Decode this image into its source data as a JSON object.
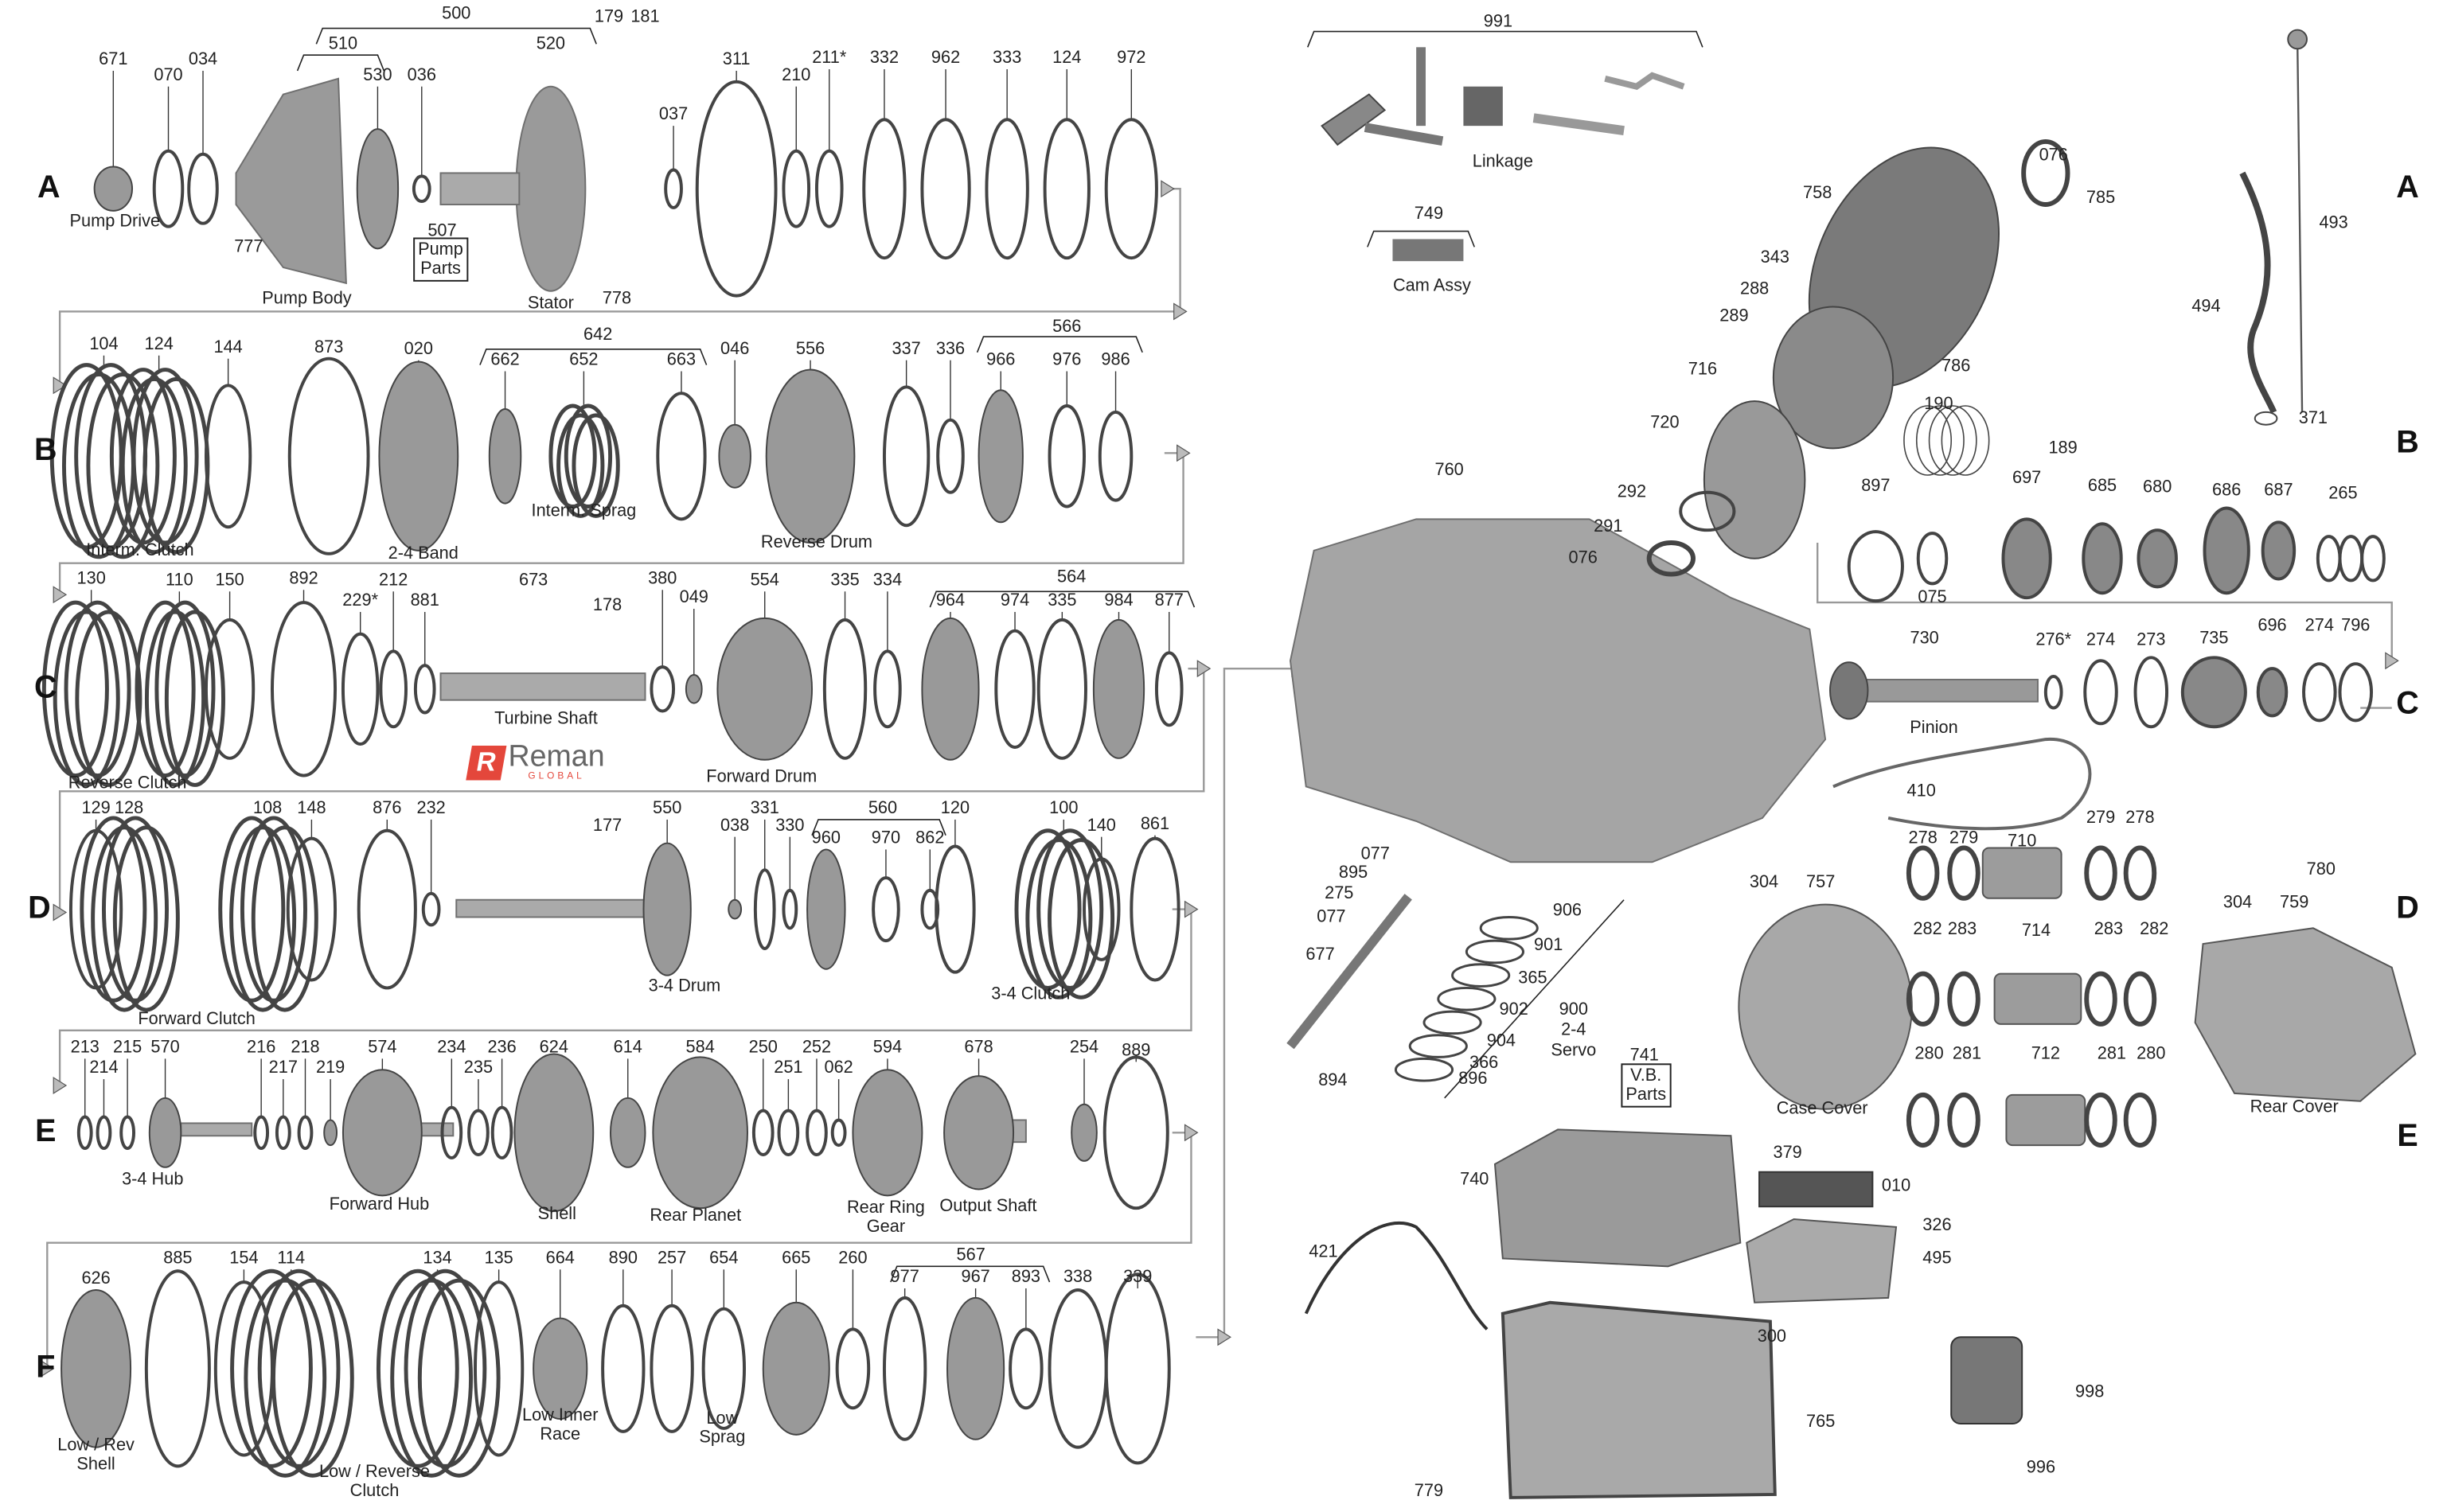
{
  "title": "Transmission exploded parts diagram",
  "row_letters_left": [
    "A",
    "B",
    "C",
    "D",
    "E",
    "F"
  ],
  "row_letters_right": [
    "A",
    "B",
    "C",
    "D",
    "E"
  ],
  "logo": {
    "name": "Reman",
    "sub": "GLOBAL",
    "mark": "R",
    "accent": "#e4473b"
  },
  "row_a": {
    "callouts": [
      "671",
      "070",
      "034",
      "500",
      "510",
      "530",
      "036",
      "520",
      "179",
      "181",
      "311",
      "037",
      "210",
      "211*",
      "332",
      "962",
      "333",
      "124",
      "972",
      "507",
      "777",
      "778"
    ],
    "captions": [
      "Pump Drive",
      "Pump Body",
      "Pump\nParts",
      "Stator"
    ]
  },
  "row_b": {
    "callouts": [
      "104",
      "124",
      "144",
      "873",
      "020",
      "642",
      "662",
      "652",
      "663",
      "046",
      "556",
      "337",
      "336",
      "566",
      "966",
      "976",
      "986"
    ],
    "captions": [
      "Interm. Clutch",
      "2-4 Band",
      "Interm. Sprag",
      "Reverse Drum"
    ]
  },
  "row_c": {
    "callouts": [
      "130",
      "110",
      "150",
      "892",
      "229*",
      "212",
      "881",
      "673",
      "178",
      "380",
      "049",
      "554",
      "335",
      "334",
      "564",
      "964",
      "974",
      "335",
      "984",
      "877"
    ],
    "captions": [
      "Reverse Clutch",
      "Turbine Shaft",
      "Forward Drum"
    ]
  },
  "row_d": {
    "callouts": [
      "129",
      "128",
      "108",
      "148",
      "876",
      "232",
      "177",
      "550",
      "038",
      "331",
      "330",
      "560",
      "960",
      "970",
      "862",
      "120",
      "100",
      "140",
      "861"
    ],
    "captions": [
      "Forward Clutch",
      "3-4 Drum",
      "3-4 Clutch"
    ]
  },
  "row_e": {
    "callouts": [
      "213",
      "214",
      "215",
      "570",
      "216",
      "217",
      "218",
      "219",
      "574",
      "234",
      "235",
      "236",
      "624",
      "614",
      "584",
      "250",
      "251",
      "252",
      "062",
      "594",
      "678",
      "254",
      "889"
    ],
    "captions": [
      "3-4 Hub",
      "Forward Hub",
      "Shell",
      "Rear Planet",
      "Rear Ring\nGear",
      "Output Shaft"
    ]
  },
  "row_f": {
    "callouts": [
      "626",
      "885",
      "154",
      "114",
      "134",
      "135",
      "664",
      "890",
      "257",
      "654",
      "665",
      "260",
      "567",
      "977",
      "967",
      "893",
      "338",
      "339"
    ],
    "captions": [
      "Low / Rev\nShell",
      "Low / Reverse\nClutch",
      "Low Inner\nRace",
      "Low\nSprag"
    ]
  },
  "right": {
    "callouts": [
      "991",
      "749",
      "076",
      "758",
      "785",
      "343",
      "288",
      "289",
      "716",
      "786",
      "720",
      "292",
      "291",
      "076",
      "760",
      "493",
      "494",
      "371",
      "190",
      "189",
      "897",
      "697",
      "685",
      "680",
      "686",
      "687",
      "265",
      "075",
      "730",
      "276*",
      "274",
      "273",
      "735",
      "696",
      "274",
      "796",
      "410",
      "278",
      "279",
      "710",
      "279",
      "278",
      "780",
      "759",
      "304",
      "304",
      "757",
      "282",
      "283",
      "714",
      "283",
      "282",
      "280",
      "281",
      "712",
      "281",
      "280",
      "077",
      "895",
      "275",
      "077",
      "677",
      "906",
      "901",
      "365",
      "902",
      "904",
      "366",
      "896",
      "900",
      "2-4",
      "894",
      "741",
      "740",
      "379",
      "010",
      "326",
      "495",
      "421",
      "300",
      "765",
      "779",
      "998",
      "996"
    ],
    "captions": [
      "Linkage",
      "Cam Assy",
      "Pinion",
      "Case Cover",
      "Rear Cover",
      "Servo",
      "V.B.\nParts"
    ]
  }
}
